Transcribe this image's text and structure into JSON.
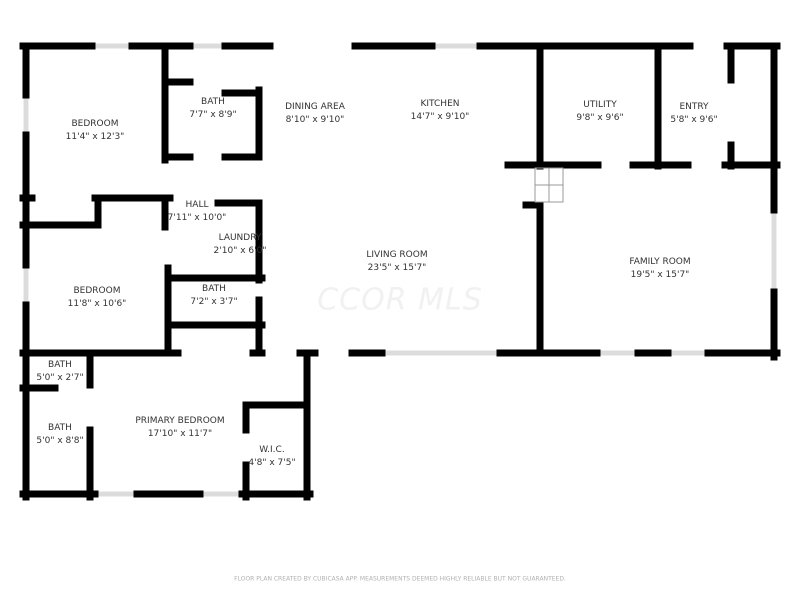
{
  "colors": {
    "wall": "#000000",
    "window": "#dcdcdc",
    "text": "#333333"
  },
  "rooms": [
    {
      "name": "BEDROOM",
      "dim": "11'4\" x 12'3\""
    },
    {
      "name": "BATH",
      "dim": "7'7\" x 8'9\""
    },
    {
      "name": "DINING AREA",
      "dim": "8'10\" x 9'10\""
    },
    {
      "name": "KITCHEN",
      "dim": "14'7\" x 9'10\""
    },
    {
      "name": "UTILITY",
      "dim": "9'8\" x 9'6\""
    },
    {
      "name": "ENTRY",
      "dim": "5'8\" x 9'6\""
    },
    {
      "name": "HALL",
      "dim": "7'11\" x 10'0\""
    },
    {
      "name": "LAUNDRY",
      "dim": "2'10\" x 6'0\""
    },
    {
      "name": "BEDROOM",
      "dim": "11'8\" x 10'6\""
    },
    {
      "name": "BATH",
      "dim": "7'2\" x 3'7\""
    },
    {
      "name": "LIVING ROOM",
      "dim": "23'5\" x 15'7\""
    },
    {
      "name": "FAMILY ROOM",
      "dim": "19'5\" x 15'7\""
    },
    {
      "name": "BATH",
      "dim": "5'0\" x 2'7\""
    },
    {
      "name": "BATH",
      "dim": "5'0\" x 8'8\""
    },
    {
      "name": "PRIMARY BEDROOM",
      "dim": "17'10\" x 11'7\""
    },
    {
      "name": "W.I.C.",
      "dim": "4'8\" x 7'5\""
    }
  ],
  "watermark": "CCOR MLS",
  "footer": "FLOOR PLAN CREATED BY CUBICASA APP. MEASUREMENTS DEEMED HIGHLY RELIABLE BUT NOT GUARANTEED."
}
